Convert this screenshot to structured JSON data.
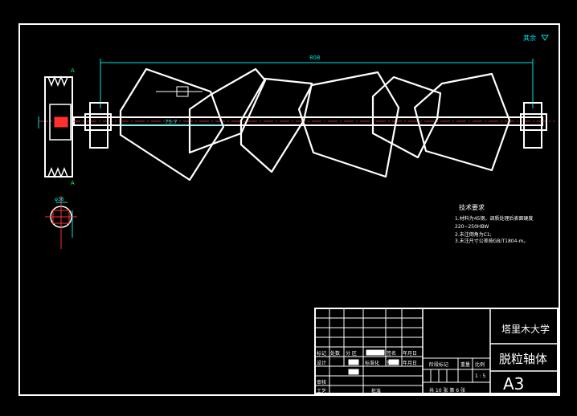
{
  "drawing": {
    "surface_note": "其余",
    "overall_dim": "808",
    "inner_dim": "75.7",
    "section_dim": "φ38",
    "tech_title": "技术要求",
    "tech_lines": [
      "1.材料为45钢，调质处理后表面硬度",
      "220~250HBW",
      "2.未注倒角为C1;",
      "3.未注尺寸公差按GB/T1804-m。"
    ]
  },
  "title_block": {
    "school": "塔里木大学",
    "part_name": "脱粒轴体",
    "sheet_size": "A3",
    "scale": "1 : 5",
    "sheets": "共 10 张 第 6 张",
    "hdr_mark": "标记",
    "hdr_count": "处数",
    "hdr_zone": "分  区",
    "hdr_sign": "签名",
    "hdr_date": "年月日",
    "design": "设计",
    "standard": "标准化",
    "sign2": "签名",
    "date2": "年月日",
    "review": "审核",
    "craft": "工艺",
    "approve": "批准",
    "stage": "阶段标记",
    "weight": "重量",
    "ratio": "比例"
  },
  "colors": {
    "line": "#ffffff",
    "dim": "#00e5e5",
    "center": "#ff3030",
    "accent": "#00ff66",
    "bg": "#000000"
  }
}
